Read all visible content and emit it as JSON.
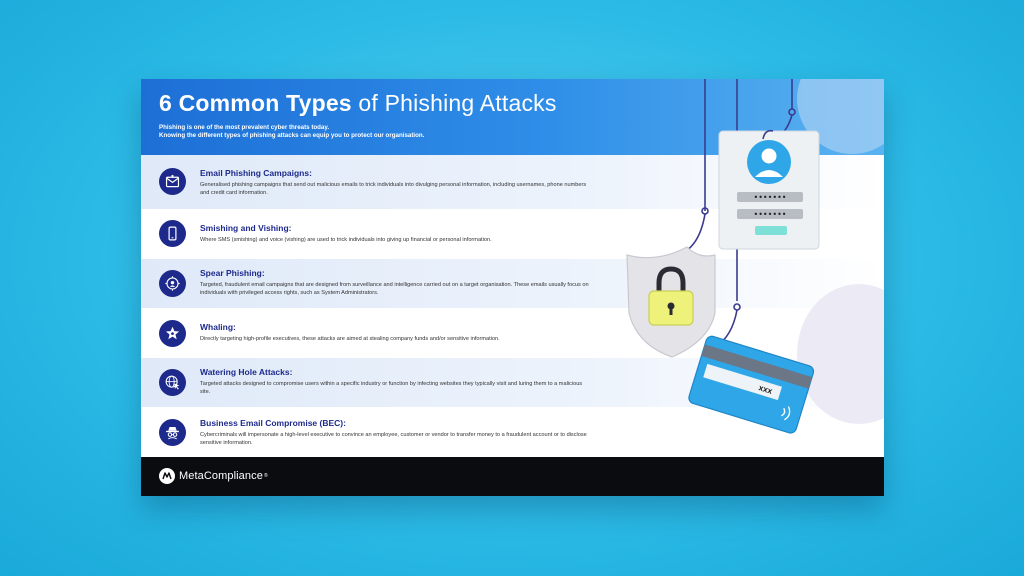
{
  "header": {
    "title_bold": "6 Common Types",
    "title_rest": "of Phishing Attacks",
    "intro_line1": "Phishing is one of the most prevalent cyber threats today.",
    "intro_line2": "Knowing the different types of phishing attacks can equip you to protect our organisation."
  },
  "items": [
    {
      "title": "Email Phishing Campaigns:",
      "description": "Generalised phishing campaigns that send out malicious emails to trick individuals into divulging personal information, including usernames, phone numbers and credit card information.",
      "icon": "email-icon"
    },
    {
      "title": "Smishing and Vishing:",
      "description": "Where SMS (smishing) and voice (vishing) are used to trick individuals into giving up financial or personal information.",
      "icon": "phone-icon"
    },
    {
      "title": "Spear Phishing:",
      "description": "Targeted, fraudulent email campaigns that are designed from surveillance and intelligence carried out on a target organisation. These emails usually focus on individuals with privileged access rights, such as System Administrators.",
      "icon": "target-icon"
    },
    {
      "title": "Whaling:",
      "description": "Directly targeting high-profile executives, these attacks are aimed at stealing company funds and/or sensitive information.",
      "icon": "star-badge-icon"
    },
    {
      "title": "Watering Hole Attacks:",
      "description": "Targeted attacks designed to compromise users within a specific industry or function by infecting websites they typically visit and luring them to a malicious site.",
      "icon": "globe-cursor-icon"
    },
    {
      "title": "Business Email Compromise (BEC):",
      "description": "Cybercriminals will impersonate a high-level executive to convince an employee, customer or vendor to transfer money to a fraudulent account or to disclose sensitive information.",
      "icon": "spy-icon"
    }
  ],
  "illustration": {
    "password_mask": "•••••••",
    "card_code": "XXX"
  },
  "footer": {
    "brand": "MetaCompliance",
    "trademark": "®"
  },
  "colors": {
    "background": "#2cbbe6",
    "header_blue": "#1d6fd6",
    "icon_navy": "#1d2a8c",
    "footer": "#0b0c10",
    "card_blue": "#2fa6e8",
    "lock_yellow": "#eef27a"
  }
}
